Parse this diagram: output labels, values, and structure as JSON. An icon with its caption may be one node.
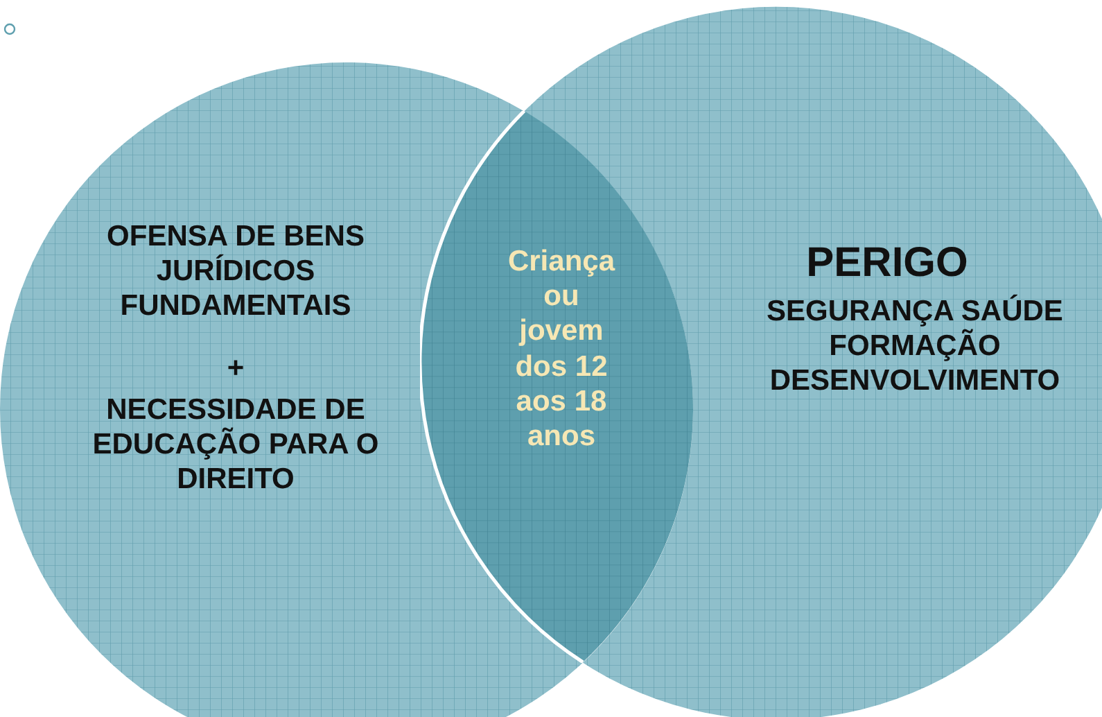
{
  "diagram": {
    "nodes": [
      {
        "text": [
          "OFENSA DE BENS JURÍDICOS FUNDAMENTAIS",
          "+",
          "NECESSIDADE DE EDUCAÇÃO PARA O DIREITO"
        ]
      },
      {
        "text": [
          "PERIGO",
          "SEGURANÇA SAÚDE FORMAÇÃO DESENVOLVIMENTO"
        ]
      },
      {
        "text": [
          "Criança ou jovem dos 12 aos 18 anos"
        ]
      }
    ],
    "edges": []
  }
}
